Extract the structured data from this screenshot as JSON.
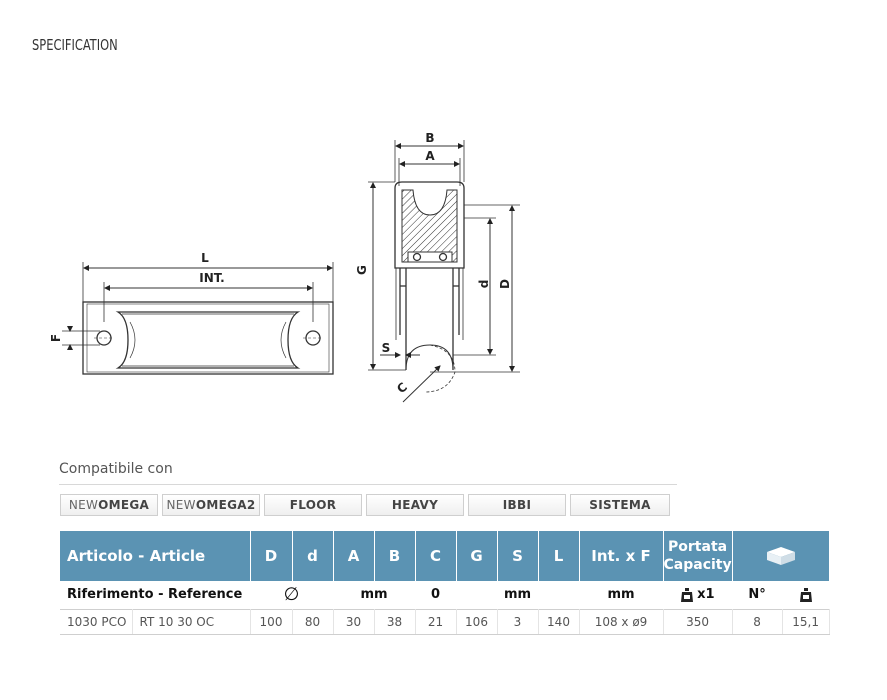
{
  "section_title": "SPECIFICATION",
  "drawing": {
    "labels": {
      "L": "L",
      "INT": "INT.",
      "F": "F",
      "B": "B",
      "A": "A",
      "G": "G",
      "d": "d",
      "D": "D",
      "S": "S",
      "C": "C"
    }
  },
  "compatible": {
    "label": "Compatibile con",
    "buttons": [
      {
        "light": "NEW",
        "bold": "OMEGA"
      },
      {
        "light": "NEW",
        "bold": "OMEGA2"
      },
      {
        "light": "",
        "bold": "FLOOR"
      },
      {
        "light": "",
        "bold": "HEAVY"
      },
      {
        "light": "",
        "bold": "IBBI"
      },
      {
        "light": "",
        "bold": "SISTEMA"
      }
    ]
  },
  "table": {
    "header": {
      "article": "Articolo - Article",
      "D": "D",
      "d": "d",
      "A": "A",
      "B": "B",
      "C": "C",
      "G": "G",
      "S": "S",
      "L": "L",
      "int": "Int. x F",
      "capacity_line1": "Portata",
      "capacity_line2": "Capacity",
      "package_icon": "box-icon"
    },
    "subheader": {
      "reference": "Riferimento - Reference",
      "diameter_symbol": "∅",
      "mm1": "mm",
      "zero": "0",
      "mm2": "mm",
      "mm3": "mm",
      "weight_x1": "x1",
      "number": "N°",
      "weight_icon": "weight-icon"
    },
    "rows": [
      {
        "code": "1030 PCO",
        "ref": "RT 10 30 OC",
        "D": "100",
        "d": "80",
        "A": "30",
        "B": "38",
        "C": "21",
        "G": "106",
        "S": "3",
        "L": "140",
        "int": "108 x ø9",
        "capacity": "350",
        "n": "8",
        "weight": "15,1"
      }
    ]
  },
  "colors": {
    "header_bg": "#5b93b3",
    "line": "#333333"
  }
}
